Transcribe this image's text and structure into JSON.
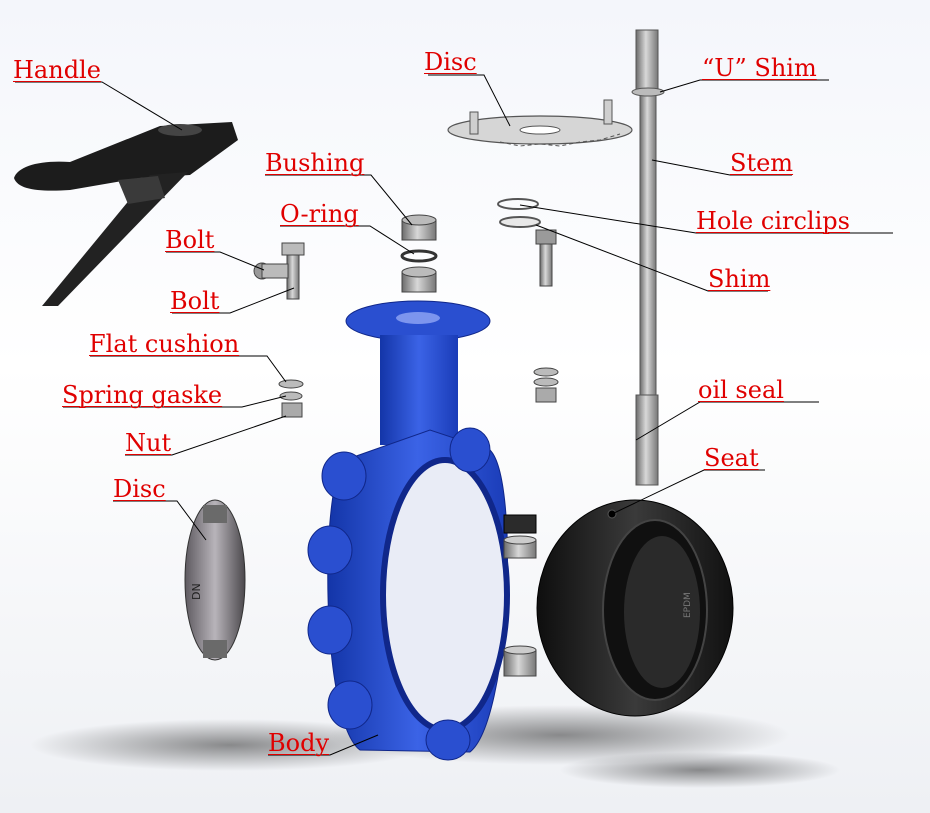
{
  "colors": {
    "label": "#e00000",
    "leader": "#000000",
    "body": "#2a4fd0",
    "handle": "#1c1c1c",
    "seat": "#1a1a1a",
    "metal": "#8a8a8a"
  },
  "labels": {
    "handle": "Handle",
    "disc_top": "Disc",
    "u_shim": "“U” Shim",
    "bushing": "Bushing",
    "stem": "Stem",
    "o_ring": "O-ring",
    "hole_circlips": "Hole circlips",
    "bolt_1": "Bolt",
    "shim": "Shim",
    "bolt_2": "Bolt",
    "flat_cushion": "Flat cushion",
    "spring_gasket": "Spring gaske",
    "oil_seal": "oil seal",
    "nut": "Nut",
    "seat": "Seat",
    "disc_left": "Disc",
    "body": "Body"
  },
  "markings": {
    "seat_material": "EPDM"
  }
}
